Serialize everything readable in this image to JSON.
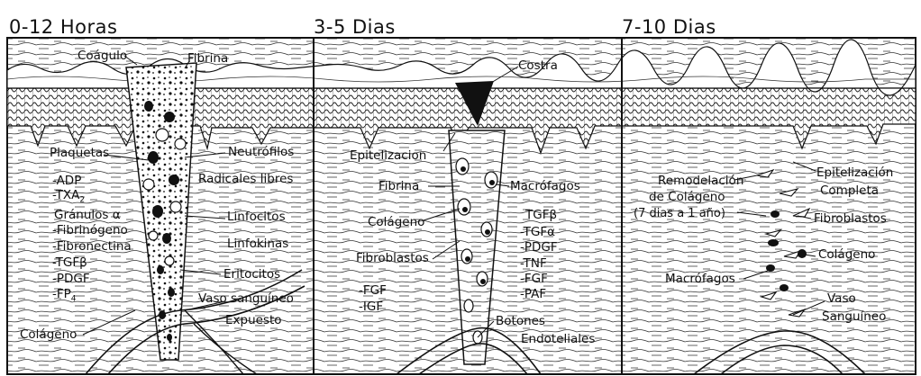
{
  "panels": [
    {
      "title": "0-12 Horas",
      "labels": {
        "coagulo": "Coágulo",
        "fibrina": "Fibrina",
        "plaquetas": "Plaquetas",
        "adp": "-ADP",
        "txa2": "-TXA",
        "txa2_sub": "2",
        "granulos": "Gránulos α",
        "fibrinogeno": "-Fibrinógeno",
        "fibronectina": "-Fibronectina",
        "tgfb": "-TGFβ",
        "pdgf": "-PDGF",
        "fp4": "-FP",
        "fp4_sub": "4",
        "neutrofilos": "Neutrófilos",
        "radicales": "Radicales libres",
        "linfocitos": "Linfocitos",
        "linfokinas": "Linfokinas",
        "eritocitos": "Eritocitos",
        "vaso": "Vaso sanguíneo",
        "expuesto": "Expuesto",
        "colageno": "Colágeno"
      }
    },
    {
      "title": "3-5 Dias",
      "labels": {
        "costra": "Costra",
        "epitelizacion": "Epitelizacion",
        "fibrina": "Fibrina",
        "colageno": "Colágeno",
        "fibroblastos": "Fibroblastos",
        "fgf": "-FGF",
        "igf": "-IGF",
        "macrofagos": "Macrófagos",
        "tgfb": "TGFβ",
        "tgfa": "-TGFα",
        "pdgf": "-PDGF",
        "tnf": "-TNF",
        "fgf2": "-FGF",
        "paf": "-PAF",
        "botones": "Botones",
        "endoteliales": "Endoteliales"
      }
    },
    {
      "title": "7-10 Dias",
      "labels": {
        "remodelacion": "Remodelación",
        "de_colageno": "de Colágeno",
        "periodo": "(7 dias a 1 año)",
        "epitelizacion": "Epitelización",
        "completa": "Completa",
        "fibroblastos": "Fibroblastos",
        "colageno": "Colágeno",
        "macrofagos": "Macrófagos",
        "vaso": "Vaso",
        "sanguineo": "Sanguíneo"
      }
    }
  ]
}
